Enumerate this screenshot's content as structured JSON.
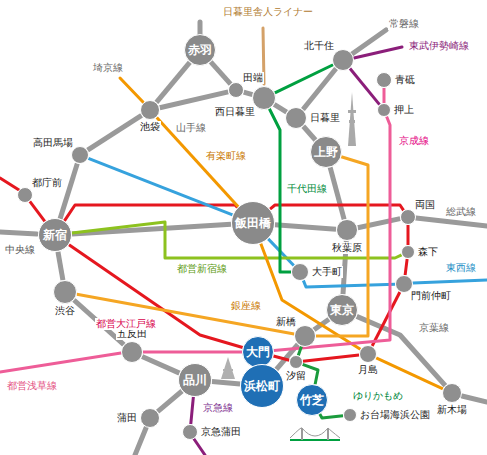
{
  "diagram": {
    "nodes": [
      {
        "text": [
          "赤羽"
        ]
      },
      {
        "text": [
          "北千住"
        ]
      },
      {
        "text": [
          "青砥"
        ]
      },
      {
        "text": [
          "田端"
        ]
      },
      {
        "text": [
          "西日暮里"
        ]
      },
      {
        "text": [
          "池袋"
        ]
      },
      {
        "text": [
          "押上"
        ]
      },
      {
        "text": [
          "日暮里"
        ]
      },
      {
        "text": [
          "上野"
        ]
      },
      {
        "text": [
          "高田馬場"
        ]
      },
      {
        "text": [
          "都庁前"
        ]
      },
      {
        "text": [
          "飯田橋"
        ]
      },
      {
        "text": [
          "両国"
        ]
      },
      {
        "text": [
          "新宿"
        ]
      },
      {
        "text": [
          "秋葉原"
        ]
      },
      {
        "text": [
          "森下"
        ]
      },
      {
        "text": [
          "大手町"
        ]
      },
      {
        "text": [
          "門前仲町"
        ]
      },
      {
        "text": [
          "渋谷"
        ]
      },
      {
        "text": [
          "東京"
        ]
      },
      {
        "text": [
          "新橋"
        ]
      },
      {
        "text": [
          "大門"
        ]
      },
      {
        "text": [
          "五反田"
        ]
      },
      {
        "text": [
          "汐留"
        ]
      },
      {
        "text": [
          "月島"
        ]
      },
      {
        "text": [
          "浜松町"
        ]
      },
      {
        "text": [
          "品川"
        ]
      },
      {
        "text": [
          "竹芝"
        ]
      },
      {
        "text": [
          "新木場"
        ]
      },
      {
        "text": [
          "お台場海浜公園"
        ]
      },
      {
        "text": [
          "蒲田"
        ]
      },
      {
        "text": [
          "京急蒲田"
        ]
      }
    ],
    "edges": [
      {
        "from": 0,
        "to": 5,
        "arrow": "none"
      },
      {
        "from": 0,
        "to": 3,
        "arrow": "none"
      },
      {
        "from": 5,
        "to": 3,
        "arrow": "none"
      },
      {
        "from": 3,
        "to": 4,
        "arrow": "none"
      },
      {
        "from": 4,
        "to": 7,
        "arrow": "none"
      },
      {
        "from": 7,
        "to": 8,
        "arrow": "none"
      },
      {
        "from": 8,
        "to": 14,
        "arrow": "none"
      },
      {
        "from": 14,
        "to": 19,
        "arrow": "none"
      },
      {
        "from": 19,
        "to": 20,
        "arrow": "none"
      },
      {
        "from": 20,
        "to": 25,
        "arrow": "none"
      },
      {
        "from": 25,
        "to": 26,
        "arrow": "none"
      },
      {
        "from": 26,
        "to": 22,
        "arrow": "none"
      },
      {
        "from": 22,
        "to": 18,
        "arrow": "none"
      },
      {
        "from": 18,
        "to": 13,
        "arrow": "none"
      },
      {
        "from": 13,
        "to": 9,
        "arrow": "none"
      },
      {
        "from": 9,
        "to": 5,
        "arrow": "none"
      },
      {
        "from": 26,
        "to": 30,
        "arrow": "none"
      },
      {
        "from": 13,
        "to": 11,
        "arrow": "none"
      },
      {
        "from": 11,
        "to": 14,
        "arrow": "none"
      },
      {
        "from": 14,
        "to": 12,
        "arrow": "none"
      },
      {
        "from": 19,
        "to": 28,
        "arrow": "none"
      },
      {
        "from": 7,
        "to": 1,
        "arrow": "none"
      },
      {
        "from": 10,
        "to": 13,
        "arrow": "none"
      },
      {
        "from": 13,
        "to": 11,
        "arrow": "none"
      },
      {
        "from": 11,
        "to": 12,
        "arrow": "none"
      },
      {
        "from": 12,
        "to": 15,
        "arrow": "none"
      },
      {
        "from": 15,
        "to": 17,
        "arrow": "none"
      },
      {
        "from": 17,
        "to": 24,
        "arrow": "none"
      },
      {
        "from": 24,
        "to": 23,
        "arrow": "none"
      },
      {
        "from": 23,
        "to": 21,
        "arrow": "none"
      },
      {
        "from": 13,
        "to": 21,
        "arrow": "none"
      },
      {
        "from": 9,
        "to": 11,
        "arrow": "none"
      },
      {
        "from": 11,
        "to": 16,
        "arrow": "none"
      },
      {
        "from": 16,
        "to": 17,
        "arrow": "none"
      },
      {
        "from": 13,
        "to": 15,
        "arrow": "none"
      },
      {
        "from": 5,
        "to": 11,
        "arrow": "none"
      },
      {
        "from": 11,
        "to": 24,
        "arrow": "none"
      },
      {
        "from": 24,
        "to": 28,
        "arrow": "none"
      },
      {
        "from": 18,
        "to": 20,
        "arrow": "none"
      },
      {
        "from": 20,
        "to": 8,
        "arrow": "none"
      },
      {
        "from": 1,
        "to": 4,
        "arrow": "none"
      },
      {
        "from": 4,
        "to": 16,
        "arrow": "none"
      },
      {
        "from": 21,
        "to": 6,
        "arrow": "none"
      },
      {
        "from": 6,
        "to": 2,
        "arrow": "none"
      },
      {
        "from": 1,
        "to": 6,
        "arrow": "none"
      },
      {
        "from": 26,
        "to": 31,
        "arrow": "none"
      },
      {
        "from": 20,
        "to": 23,
        "arrow": "none"
      },
      {
        "from": 23,
        "to": 27,
        "arrow": "none"
      },
      {
        "from": 27,
        "to": 29,
        "arrow": "none"
      },
      {
        "from": 22,
        "to": 21,
        "arrow": "none"
      }
    ],
    "labels": [
      "埼京線",
      "山手線",
      "日暮里舎人ライナー",
      "常磐線",
      "東武伊勢崎線",
      "京成線",
      "有楽町線",
      "千代田線",
      "総武線",
      "中央線",
      "都営新宿線",
      "東西線",
      "都営大江戸線",
      "銀座線",
      "京葉線",
      "都営浅草線",
      "京急線",
      "ゆりかもめ"
    ]
  }
}
